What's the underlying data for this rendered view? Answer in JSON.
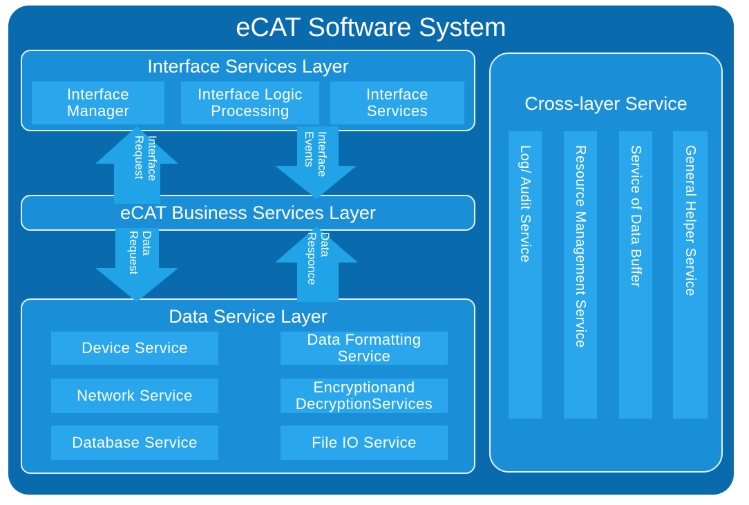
{
  "title": "eCAT Software System",
  "interface_layer": {
    "title": "Interface Services Layer",
    "boxes": [
      {
        "line1": "Interface",
        "line2": "Manager"
      },
      {
        "line1": "Interface Logic",
        "line2": "Processing"
      },
      {
        "line1": "Interface",
        "line2": "Services"
      }
    ]
  },
  "business_layer": {
    "title": "eCAT Business Services Layer"
  },
  "data_layer": {
    "title": "Data Service Layer",
    "left": [
      "Device Service",
      "Network Service",
      "Database Service"
    ],
    "right": [
      {
        "line1": "Data Formatting",
        "line2": "Service"
      },
      {
        "line1": "Encryptionand",
        "line2": "DecryptionServices"
      },
      {
        "line1": "File IO Service",
        "line2": ""
      }
    ]
  },
  "cross_layer": {
    "title": "Cross-layer Service",
    "services": [
      "Log/ Audit Service",
      "Resource Management Service",
      "Service of Data Buffer",
      "General Helper Service"
    ]
  },
  "arrows": {
    "interface_request": {
      "line1": "Interface",
      "line2": "Request"
    },
    "interface_events": {
      "line1": "Interface",
      "line2": "Events"
    },
    "data_request": {
      "line1": "Data",
      "line2": "Request"
    },
    "data_responce": {
      "line1": "Data",
      "line2": "Responce"
    }
  },
  "colors": {
    "outer_background": "#0a6aae",
    "panel_fill": "#1a8fd8",
    "box_fill": "#2aa6ec",
    "arrow_fill": "#21a3e8",
    "border": "#e3f3ff",
    "text": "#ffffff"
  }
}
